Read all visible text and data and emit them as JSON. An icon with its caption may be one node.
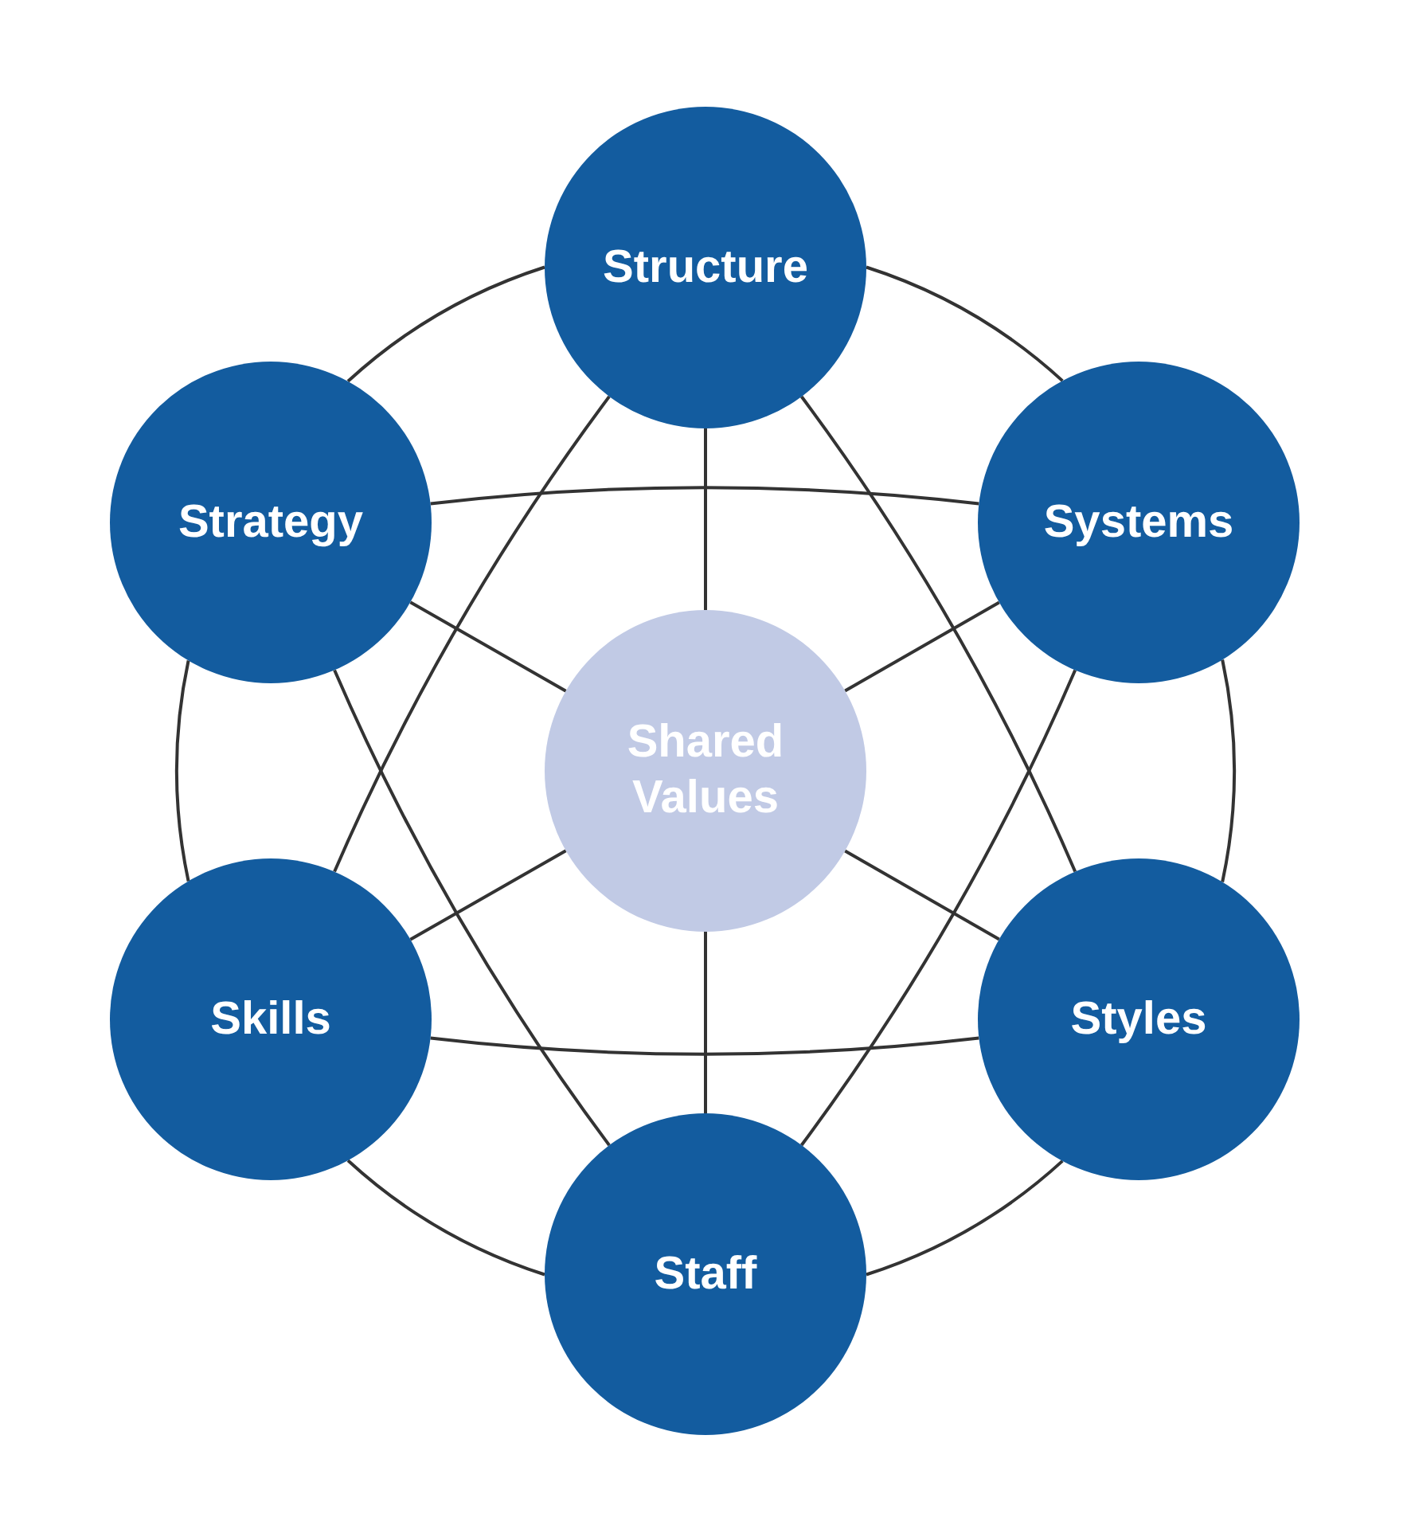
{
  "diagram": {
    "nodes": [
      {
        "text": [
          "Structure"
        ]
      },
      {
        "text": [
          "Systems"
        ]
      },
      {
        "text": [
          "Styles"
        ]
      },
      {
        "text": [
          "Staff"
        ]
      },
      {
        "text": [
          "Skills"
        ]
      },
      {
        "text": [
          "Strategy"
        ]
      },
      {
        "text": [
          "Shared Values"
        ]
      }
    ],
    "edges": [
      {
        "from": 0,
        "to": 1,
        "arrow": "none"
      },
      {
        "from": 1,
        "to": 2,
        "arrow": "none"
      },
      {
        "from": 2,
        "to": 3,
        "arrow": "none"
      },
      {
        "from": 3,
        "to": 4,
        "arrow": "none"
      },
      {
        "from": 4,
        "to": 5,
        "arrow": "none"
      },
      {
        "from": 5,
        "to": 0,
        "arrow": "none"
      },
      {
        "from": 5,
        "to": 1,
        "arrow": "none"
      },
      {
        "from": 0,
        "to": 2,
        "arrow": "none"
      },
      {
        "from": 1,
        "to": 3,
        "arrow": "none"
      },
      {
        "from": 2,
        "to": 4,
        "arrow": "none"
      },
      {
        "from": 3,
        "to": 5,
        "arrow": "none"
      },
      {
        "from": 4,
        "to": 0,
        "arrow": "none"
      },
      {
        "from": 0,
        "to": 6,
        "arrow": "none"
      },
      {
        "from": 1,
        "to": 6,
        "arrow": "none"
      },
      {
        "from": 2,
        "to": 6,
        "arrow": "none"
      },
      {
        "from": 3,
        "to": 6,
        "arrow": "none"
      },
      {
        "from": 4,
        "to": 6,
        "arrow": "none"
      },
      {
        "from": 5,
        "to": 6,
        "arrow": "none"
      }
    ]
  }
}
